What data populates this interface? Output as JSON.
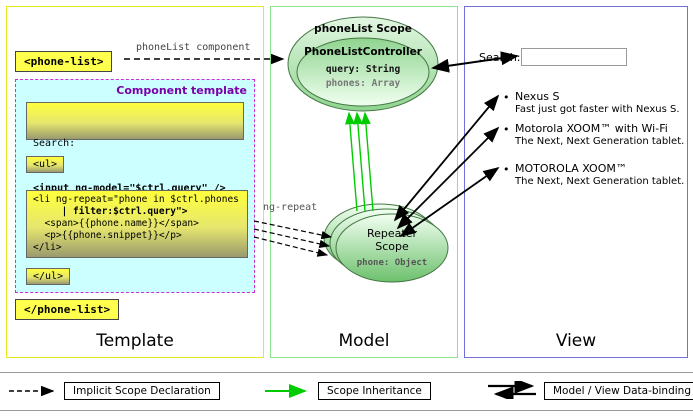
{
  "template": {
    "panel_label": "Template",
    "phone_list_open": "<phone-list>",
    "phone_list_close": "</phone-list>",
    "component_template_title": "Component template",
    "search_label": "Search:",
    "input_code": "<input ng-model=\"$ctrl.query\" />",
    "ul_open": "<ul>",
    "ul_close": "</ul>",
    "li_code": {
      "line1": "<li ng-repeat=\"phone in $ctrl.phones",
      "line2": "     | filter:$ctrl.query\">",
      "line3": "  <span>{{phone.name}}</span>",
      "line4": "  <p>{{phone.snippet}}</p>",
      "line5": "</li>"
    }
  },
  "model": {
    "panel_label": "Model",
    "scope_title": "phoneList Scope",
    "controller_title": "PhoneListController",
    "query_property": "query: String",
    "phones_property": "phones: Array",
    "repeater_line1": "Repeater",
    "repeater_line2": "Scope",
    "phone_property": "phone: Object"
  },
  "view": {
    "panel_label": "View",
    "search_label": "Search:",
    "bullet": "•",
    "items": [
      {
        "name": "Nexus S",
        "snippet": "Fast just got faster with Nexus S."
      },
      {
        "name": "Motorola XOOM™ with Wi-Fi",
        "snippet": "The Next, Next Generation tablet."
      },
      {
        "name": "MOTOROLA XOOM™",
        "snippet": "The Next, Next Generation tablet."
      }
    ]
  },
  "arrows": {
    "phonelist_component_label": "phoneList component",
    "ng_repeat_label": "ng-repeat"
  },
  "legend": {
    "implicit_scope": "Implicit Scope Declaration",
    "scope_inheritance": "Scope Inheritance",
    "data_binding": "Model / View Data-binding"
  },
  "colors": {
    "template_border": "#e8e81f",
    "model_border": "#8de28d",
    "view_border": "#7070d8",
    "code_yellow": "#ffff4d",
    "component_bg": "#ccffff",
    "component_border": "#cf2fcf",
    "scope_green": "#85cc85",
    "inheritance_green": "#00cc00"
  }
}
